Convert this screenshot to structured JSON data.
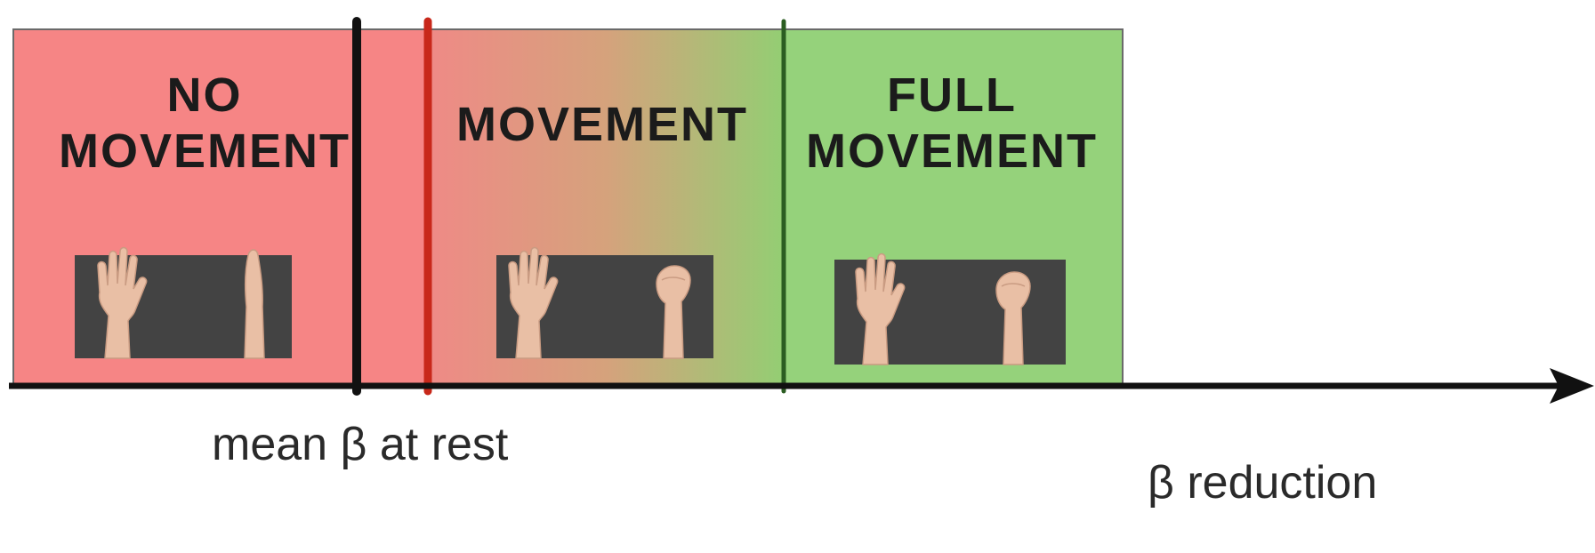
{
  "zones": {
    "no_movement": {
      "line1": "NO",
      "line2": "MOVEMENT",
      "color": "#f68585"
    },
    "movement": {
      "label": "MOVEMENT",
      "gradient_start": "#ef8a86",
      "gradient_end": "#93ce73"
    },
    "full_movement": {
      "line1": "FULL",
      "line2": "MOVEMENT",
      "color": "#95d27b"
    }
  },
  "annotations": {
    "rest_marker": "mean β at rest",
    "axis_label": "β reduction"
  },
  "colors": {
    "axis": "#111111",
    "rest_line": "#111111",
    "threshold_line": "#c8281a",
    "full_line": "#2b5d22",
    "hand_panel": "#434343",
    "skin": "#e9bfa5"
  },
  "icons": [
    "hand-raised-icon",
    "hand-flexed-icon"
  ]
}
